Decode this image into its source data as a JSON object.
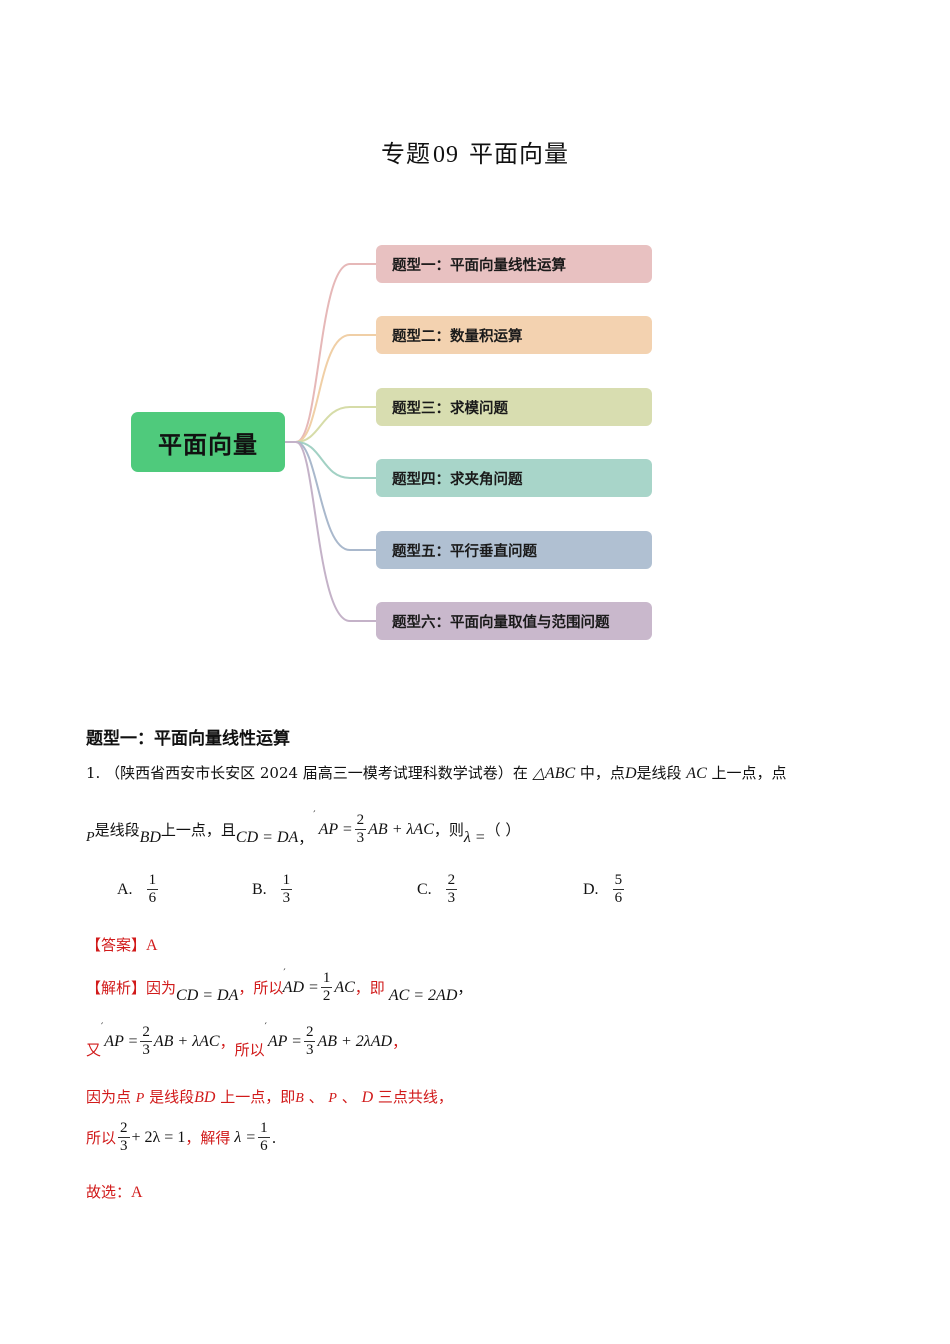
{
  "page_title": {
    "prefix": "专题",
    "number": "09",
    "topic": "平面向量"
  },
  "mindmap": {
    "root": {
      "label": "平面向量",
      "color": "#4fca7c"
    },
    "branches": [
      {
        "label": "题型一：平面向量线性运算",
        "color": "#e8c1c1",
        "line": "#e6b8b8"
      },
      {
        "label": "题型二：数量积运算",
        "color": "#f3d2b0",
        "line": "#f0cfa6"
      },
      {
        "label": "题型三：求模问题",
        "color": "#d8ddb0",
        "line": "#d6dca8"
      },
      {
        "label": "题型四：求夹角问题",
        "color": "#a8d5c9",
        "line": "#a2d1c4"
      },
      {
        "label": "题型五：平行垂直问题",
        "color": "#b0c0d2",
        "line": "#a9b8cc"
      },
      {
        "label": "题型六：平面向量取值与范围问题",
        "color": "#c9b8cc",
        "line": "#c4b2c8"
      }
    ]
  },
  "section": {
    "heading": "题型一：平面向量线性运算",
    "question": {
      "number": "1.",
      "source": "（陕西省西安市长安区 2024 届高三一模考试理科数学试卷）",
      "stem1": {
        "t1": "在",
        "tri": "△ABC",
        "t2": "中，点",
        "D": "D",
        "t3": "是线段",
        "AC": "AC",
        "t4": "上一点，点"
      },
      "stem2": {
        "P": "P",
        "t1": "是线段",
        "BD": "BD",
        "t2": "上一点，且",
        "eq1": "CD = DA",
        "comma": "，",
        "lhs": "AP =",
        "frac_n": "2",
        "frac_d": "3",
        "rhs": "AB + λAC",
        "t3": "，则",
        "lam": "λ =",
        "paren": "（    ）"
      },
      "options": [
        {
          "label": "A.",
          "n": "1",
          "d": "6"
        },
        {
          "label": "B.",
          "n": "1",
          "d": "3"
        },
        {
          "label": "C.",
          "n": "2",
          "d": "3"
        },
        {
          "label": "D.",
          "n": "5",
          "d": "6"
        }
      ]
    },
    "answer": {
      "tag": "【答案】",
      "value": "A"
    },
    "analysis": {
      "tag": "【解析】",
      "l1": {
        "t1": "因为",
        "eq1": "CD = DA",
        "c1": "，",
        "t2": "所以",
        "lhs": "AD =",
        "n": "1",
        "d": "2",
        "rhs": "AC",
        "c2": "，",
        "t3": "即",
        "eq2": "AC = 2AD",
        "c3": "，"
      },
      "l2": {
        "t1": "又",
        "lhs": "AP =",
        "n": "2",
        "d": "3",
        "rhs": "AB + λAC",
        "c1": "，",
        "t2": "所以",
        "lhs2": "AP =",
        "n2": "2",
        "d2": "3",
        "rhs2": "AB + 2λAD",
        "c2": "，"
      },
      "l3": {
        "t1": "因为点",
        "P": "P",
        "t2": "是线段",
        "BD": "BD",
        "t3": "上一点，即",
        "B": "B",
        "s1": "、",
        "P2": "P",
        "s2": "、",
        "D": "D",
        "t4": "三点共线，"
      },
      "l4": {
        "t1": "所以",
        "n": "2",
        "d": "3",
        "rhs": "+ 2λ = 1",
        "c1": "，",
        "t2": "解得",
        "lam": "λ =",
        "n2": "1",
        "d2": "6",
        "end": "."
      },
      "l5": {
        "t1": "故选：",
        "v": "A"
      }
    }
  }
}
